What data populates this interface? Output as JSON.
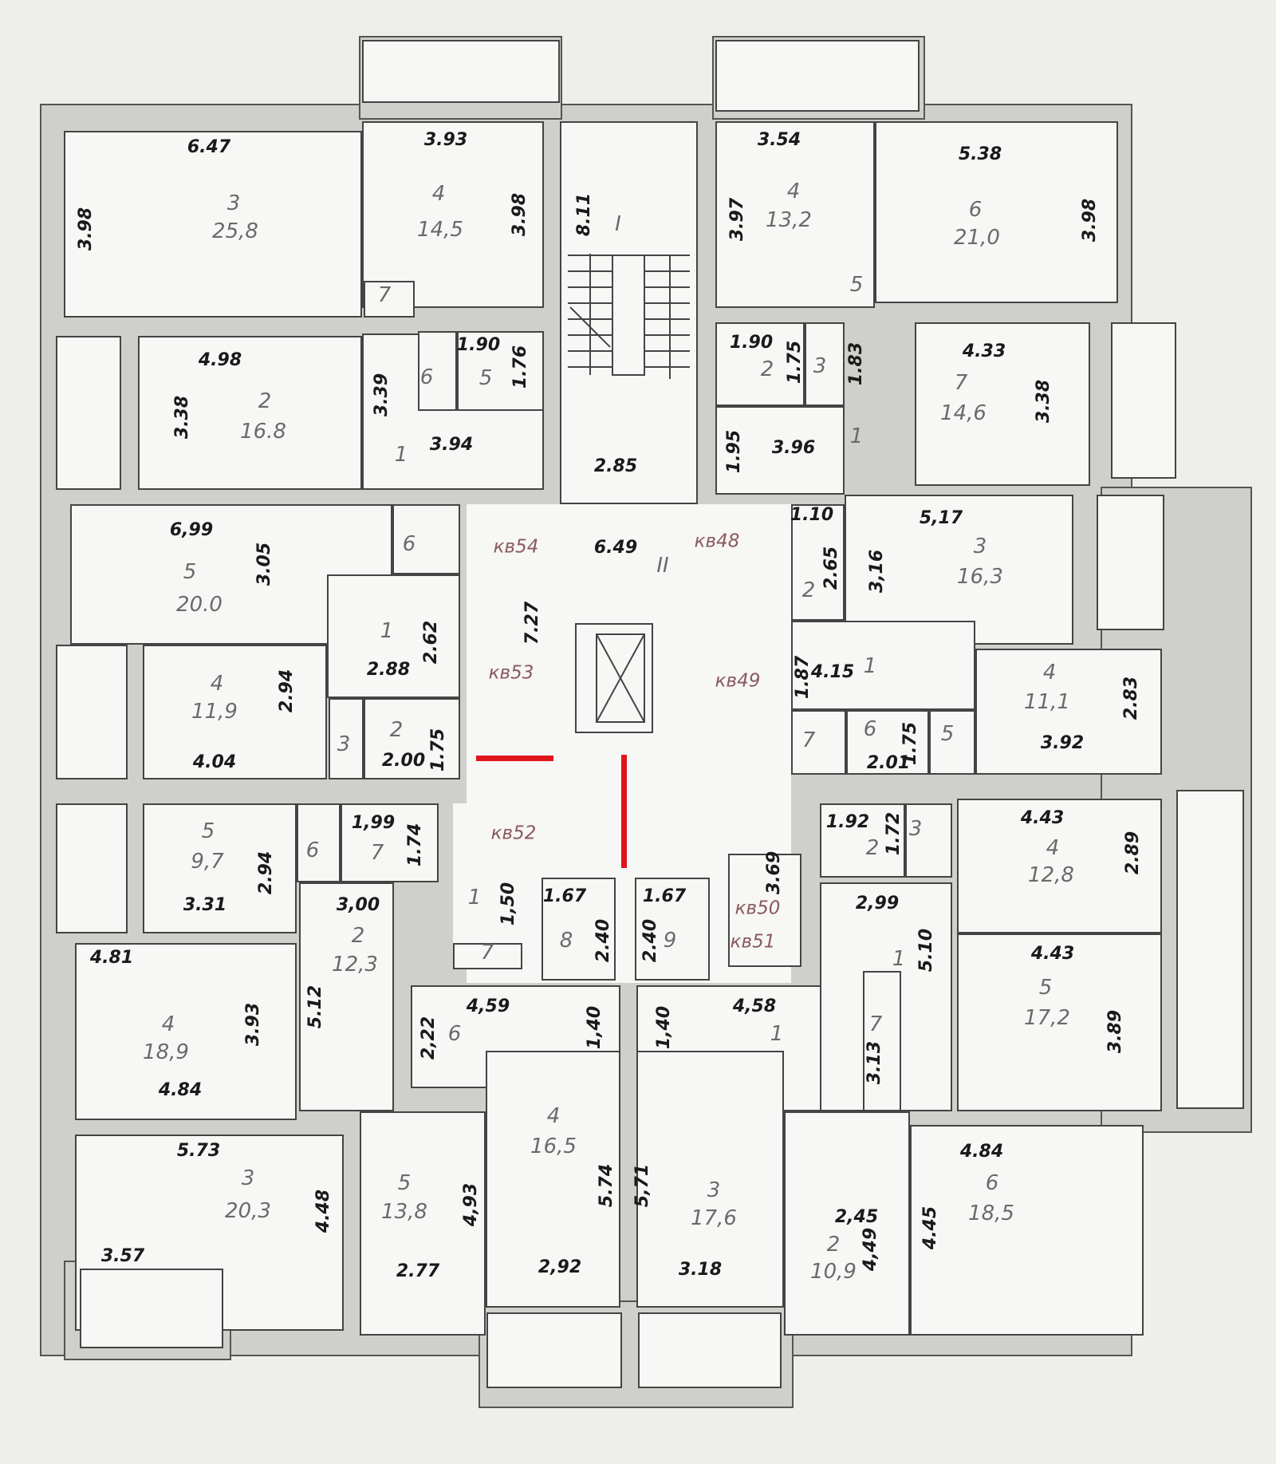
{
  "title": "Floor plan (apartments кв48–кв54)",
  "colors": {
    "highlight": "#e0141b",
    "wall": "#cfcfcc",
    "paper": "#eeeeeb"
  },
  "labels": [
    {
      "text": "6.47",
      "kind": "dimension"
    },
    {
      "text": "3.98",
      "kind": "dimension"
    },
    {
      "text": "3",
      "kind": "room-number"
    },
    {
      "text": "25,8",
      "kind": "area"
    },
    {
      "text": "3.93",
      "kind": "dimension"
    },
    {
      "text": "4",
      "kind": "room-number"
    },
    {
      "text": "14,5",
      "kind": "area"
    },
    {
      "text": "3.98",
      "kind": "dimension"
    },
    {
      "text": "7",
      "kind": "room-number"
    },
    {
      "text": "8.11",
      "kind": "dimension"
    },
    {
      "text": "I",
      "kind": "room-number"
    },
    {
      "text": "2.85",
      "kind": "dimension"
    },
    {
      "text": "3.54",
      "kind": "dimension"
    },
    {
      "text": "4",
      "kind": "room-number"
    },
    {
      "text": "13,2",
      "kind": "area"
    },
    {
      "text": "3.97",
      "kind": "dimension"
    },
    {
      "text": "5",
      "kind": "room-number"
    },
    {
      "text": "5.38",
      "kind": "dimension"
    },
    {
      "text": "6",
      "kind": "room-number"
    },
    {
      "text": "21,0",
      "kind": "area"
    },
    {
      "text": "3.98",
      "kind": "dimension"
    },
    {
      "text": "4.98",
      "kind": "dimension"
    },
    {
      "text": "3.38",
      "kind": "dimension"
    },
    {
      "text": "2",
      "kind": "room-number"
    },
    {
      "text": "16.8",
      "kind": "area"
    },
    {
      "text": "3.39",
      "kind": "dimension"
    },
    {
      "text": "1",
      "kind": "room-number"
    },
    {
      "text": "3.94",
      "kind": "dimension"
    },
    {
      "text": "6",
      "kind": "room-number"
    },
    {
      "text": "1.90",
      "kind": "dimension"
    },
    {
      "text": "5",
      "kind": "room-number"
    },
    {
      "text": "1.76",
      "kind": "dimension"
    },
    {
      "text": "1.90",
      "kind": "dimension"
    },
    {
      "text": "2",
      "kind": "room-number"
    },
    {
      "text": "1.75",
      "kind": "dimension"
    },
    {
      "text": "3",
      "kind": "room-number"
    },
    {
      "text": "1.83",
      "kind": "dimension"
    },
    {
      "text": "1.95",
      "kind": "dimension"
    },
    {
      "text": "3.96",
      "kind": "dimension"
    },
    {
      "text": "1",
      "kind": "room-number"
    },
    {
      "text": "4.33",
      "kind": "dimension"
    },
    {
      "text": "7",
      "kind": "room-number"
    },
    {
      "text": "14,6",
      "kind": "area"
    },
    {
      "text": "3.38",
      "kind": "dimension"
    },
    {
      "text": "кв54",
      "kind": "apartment"
    },
    {
      "text": "6.49",
      "kind": "dimension"
    },
    {
      "text": "II",
      "kind": "room-number"
    },
    {
      "text": "кв48",
      "kind": "apartment"
    },
    {
      "text": "7.27",
      "kind": "dimension"
    },
    {
      "text": "кв53",
      "kind": "apartment"
    },
    {
      "text": "кв49",
      "kind": "apartment"
    },
    {
      "text": "кв52",
      "kind": "apartment"
    },
    {
      "text": "кв50",
      "kind": "apartment"
    },
    {
      "text": "кв51",
      "kind": "apartment"
    },
    {
      "text": "6,99",
      "kind": "dimension"
    },
    {
      "text": "3.05",
      "kind": "dimension"
    },
    {
      "text": "5",
      "kind": "room-number"
    },
    {
      "text": "20.0",
      "kind": "area"
    },
    {
      "text": "6",
      "kind": "room-number"
    },
    {
      "text": "1",
      "kind": "room-number"
    },
    {
      "text": "2.62",
      "kind": "dimension"
    },
    {
      "text": "2.88",
      "kind": "dimension"
    },
    {
      "text": "4",
      "kind": "room-number"
    },
    {
      "text": "11,9",
      "kind": "area"
    },
    {
      "text": "2.94",
      "kind": "dimension"
    },
    {
      "text": "4.04",
      "kind": "dimension"
    },
    {
      "text": "3",
      "kind": "room-number"
    },
    {
      "text": "2",
      "kind": "room-number"
    },
    {
      "text": "2.00",
      "kind": "dimension"
    },
    {
      "text": "1.75",
      "kind": "dimension"
    },
    {
      "text": "1.10",
      "kind": "dimension"
    },
    {
      "text": "2",
      "kind": "room-number"
    },
    {
      "text": "2.65",
      "kind": "dimension"
    },
    {
      "text": "3,16",
      "kind": "dimension"
    },
    {
      "text": "5,17",
      "kind": "dimension"
    },
    {
      "text": "3",
      "kind": "room-number"
    },
    {
      "text": "16,3",
      "kind": "area"
    },
    {
      "text": "1.87",
      "kind": "dimension"
    },
    {
      "text": "4.15",
      "kind": "dimension"
    },
    {
      "text": "1",
      "kind": "room-number"
    },
    {
      "text": "4",
      "kind": "room-number"
    },
    {
      "text": "11,1",
      "kind": "area"
    },
    {
      "text": "2.83",
      "kind": "dimension"
    },
    {
      "text": "3.92",
      "kind": "dimension"
    },
    {
      "text": "7",
      "kind": "room-number"
    },
    {
      "text": "6",
      "kind": "room-number"
    },
    {
      "text": "2.01",
      "kind": "dimension"
    },
    {
      "text": "1.75",
      "kind": "dimension"
    },
    {
      "text": "5",
      "kind": "room-number"
    },
    {
      "text": "5",
      "kind": "room-number"
    },
    {
      "text": "9,7",
      "kind": "area"
    },
    {
      "text": "2.94",
      "kind": "dimension"
    },
    {
      "text": "3.31",
      "kind": "dimension"
    },
    {
      "text": "6",
      "kind": "room-number"
    },
    {
      "text": "1,99",
      "kind": "dimension"
    },
    {
      "text": "7",
      "kind": "room-number"
    },
    {
      "text": "1.74",
      "kind": "dimension"
    },
    {
      "text": "3,00",
      "kind": "dimension"
    },
    {
      "text": "2",
      "kind": "room-number"
    },
    {
      "text": "12,3",
      "kind": "area"
    },
    {
      "text": "5.12",
      "kind": "dimension"
    },
    {
      "text": "1",
      "kind": "room-number"
    },
    {
      "text": "1,50",
      "kind": "dimension"
    },
    {
      "text": "7",
      "kind": "room-number"
    },
    {
      "text": "4.81",
      "kind": "dimension"
    },
    {
      "text": "4",
      "kind": "room-number"
    },
    {
      "text": "18,9",
      "kind": "area"
    },
    {
      "text": "3.93",
      "kind": "dimension"
    },
    {
      "text": "4.84",
      "kind": "dimension"
    },
    {
      "text": "1.67",
      "kind": "dimension"
    },
    {
      "text": "8",
      "kind": "room-number"
    },
    {
      "text": "2.40",
      "kind": "dimension"
    },
    {
      "text": "2.40",
      "kind": "dimension"
    },
    {
      "text": "1.67",
      "kind": "dimension"
    },
    {
      "text": "9",
      "kind": "room-number"
    },
    {
      "text": "2,22",
      "kind": "dimension"
    },
    {
      "text": "6",
      "kind": "room-number"
    },
    {
      "text": "4,59",
      "kind": "dimension"
    },
    {
      "text": "1,40",
      "kind": "dimension"
    },
    {
      "text": "1,40",
      "kind": "dimension"
    },
    {
      "text": "4,58",
      "kind": "dimension"
    },
    {
      "text": "1",
      "kind": "room-number"
    },
    {
      "text": "1.92",
      "kind": "dimension"
    },
    {
      "text": "2",
      "kind": "room-number"
    },
    {
      "text": "1.72",
      "kind": "dimension"
    },
    {
      "text": "3",
      "kind": "room-number"
    },
    {
      "text": "3.69",
      "kind": "dimension"
    },
    {
      "text": "2,99",
      "kind": "dimension"
    },
    {
      "text": "1",
      "kind": "room-number"
    },
    {
      "text": "5.10",
      "kind": "dimension"
    },
    {
      "text": "7",
      "kind": "room-number"
    },
    {
      "text": "3.13",
      "kind": "dimension"
    },
    {
      "text": "4.43",
      "kind": "dimension"
    },
    {
      "text": "4",
      "kind": "room-number"
    },
    {
      "text": "12,8",
      "kind": "area"
    },
    {
      "text": "2.89",
      "kind": "dimension"
    },
    {
      "text": "4.43",
      "kind": "dimension"
    },
    {
      "text": "5",
      "kind": "room-number"
    },
    {
      "text": "17,2",
      "kind": "area"
    },
    {
      "text": "3.89",
      "kind": "dimension"
    },
    {
      "text": "5.73",
      "kind": "dimension"
    },
    {
      "text": "3",
      "kind": "room-number"
    },
    {
      "text": "20,3",
      "kind": "area"
    },
    {
      "text": "4.48",
      "kind": "dimension"
    },
    {
      "text": "3.57",
      "kind": "dimension"
    },
    {
      "text": "5",
      "kind": "room-number"
    },
    {
      "text": "13,8",
      "kind": "area"
    },
    {
      "text": "4,93",
      "kind": "dimension"
    },
    {
      "text": "2.77",
      "kind": "dimension"
    },
    {
      "text": "4",
      "kind": "room-number"
    },
    {
      "text": "16,5",
      "kind": "area"
    },
    {
      "text": "5.74",
      "kind": "dimension"
    },
    {
      "text": "2,92",
      "kind": "dimension"
    },
    {
      "text": "5,71",
      "kind": "dimension"
    },
    {
      "text": "3",
      "kind": "room-number"
    },
    {
      "text": "17,6",
      "kind": "area"
    },
    {
      "text": "3.18",
      "kind": "dimension"
    },
    {
      "text": "2,45",
      "kind": "dimension"
    },
    {
      "text": "2",
      "kind": "room-number"
    },
    {
      "text": "10,9",
      "kind": "area"
    },
    {
      "text": "4,49",
      "kind": "dimension"
    },
    {
      "text": "4.45",
      "kind": "dimension"
    },
    {
      "text": "4.84",
      "kind": "dimension"
    },
    {
      "text": "6",
      "kind": "room-number"
    },
    {
      "text": "18,5",
      "kind": "area"
    }
  ]
}
